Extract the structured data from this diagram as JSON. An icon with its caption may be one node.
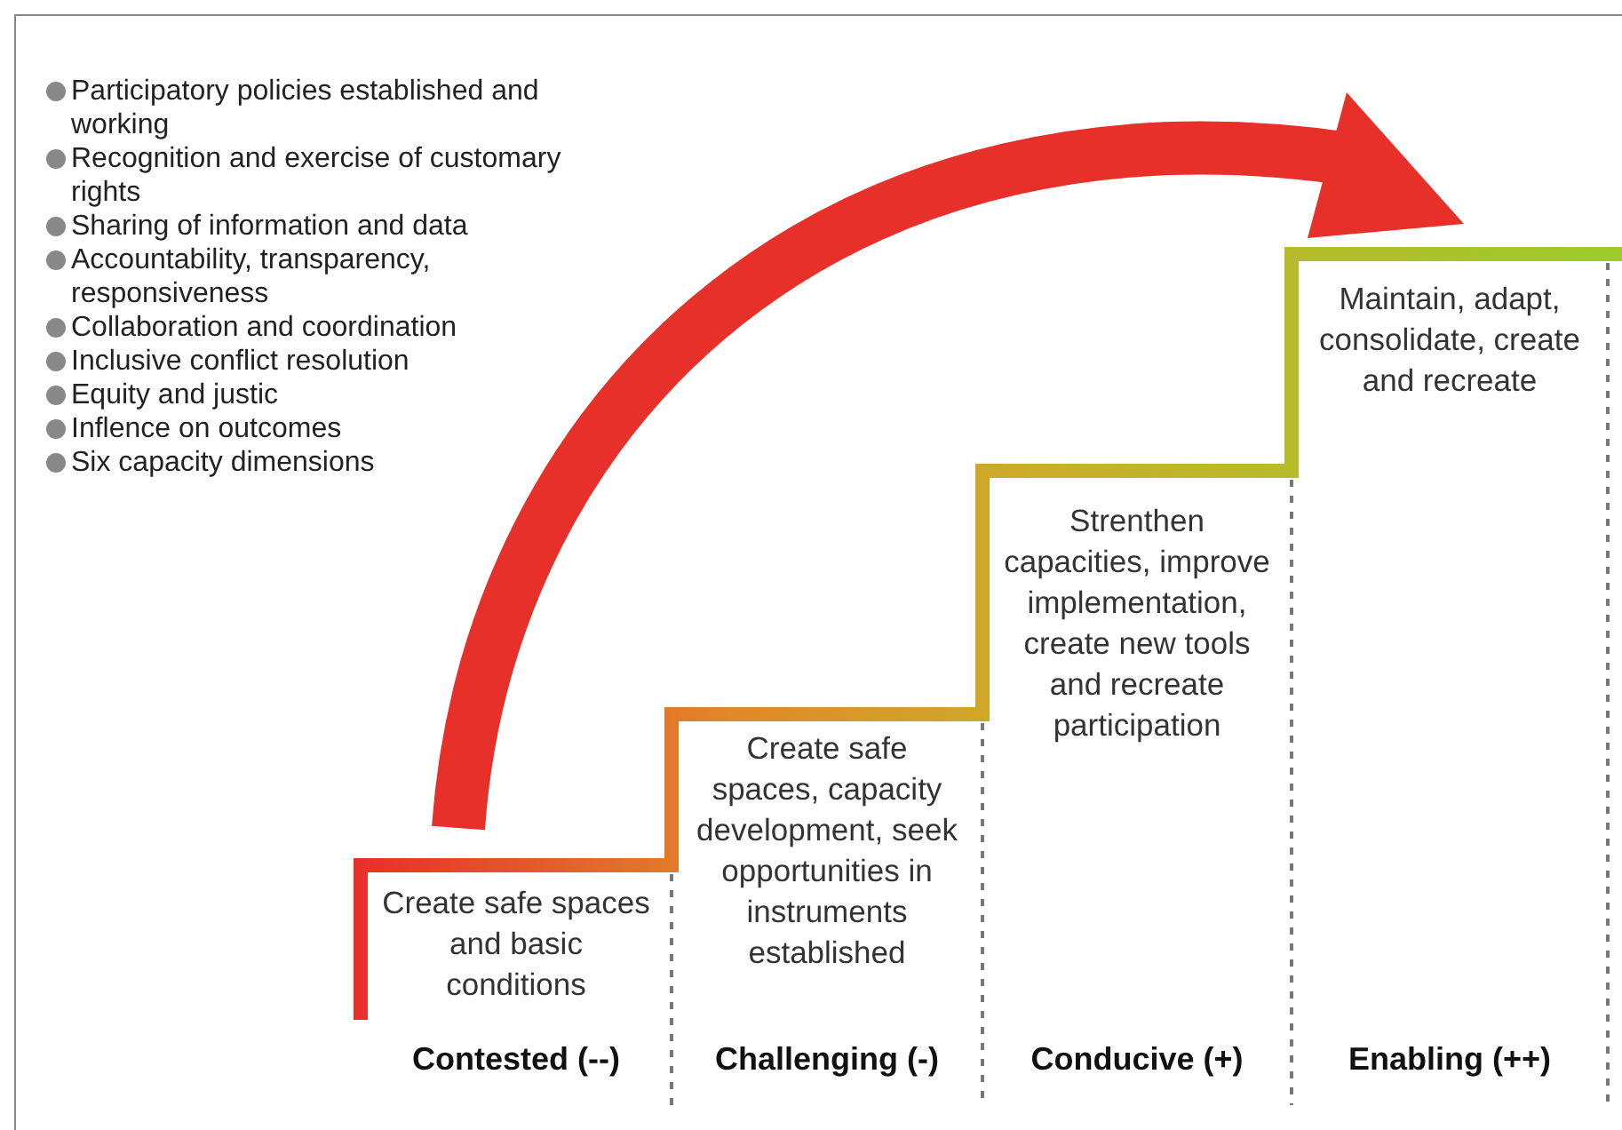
{
  "diagram": {
    "labels": [
      "Participatory policies established and working",
      "Recognition and exercise of customary rights",
      "Sharing of information and data",
      "Accountability, transparency, responsiveness",
      "Collaboration and coordination",
      "Inclusive conflict resolution",
      "Equity and justic",
      "Inflence on outcomes",
      "Six capacity dimensions",
      "Create safe spaces and basic conditions",
      "Create safe spaces, capacity development, seek opportunities in instruments established",
      "Strenthen capacities, improve implementation, create new tools and recreate participation",
      "Maintain, adapt, consolidate, create and recreate",
      "Contested (--)",
      "Challenging (-)",
      "Conducive (+)",
      "Enabling (++)"
    ]
  }
}
